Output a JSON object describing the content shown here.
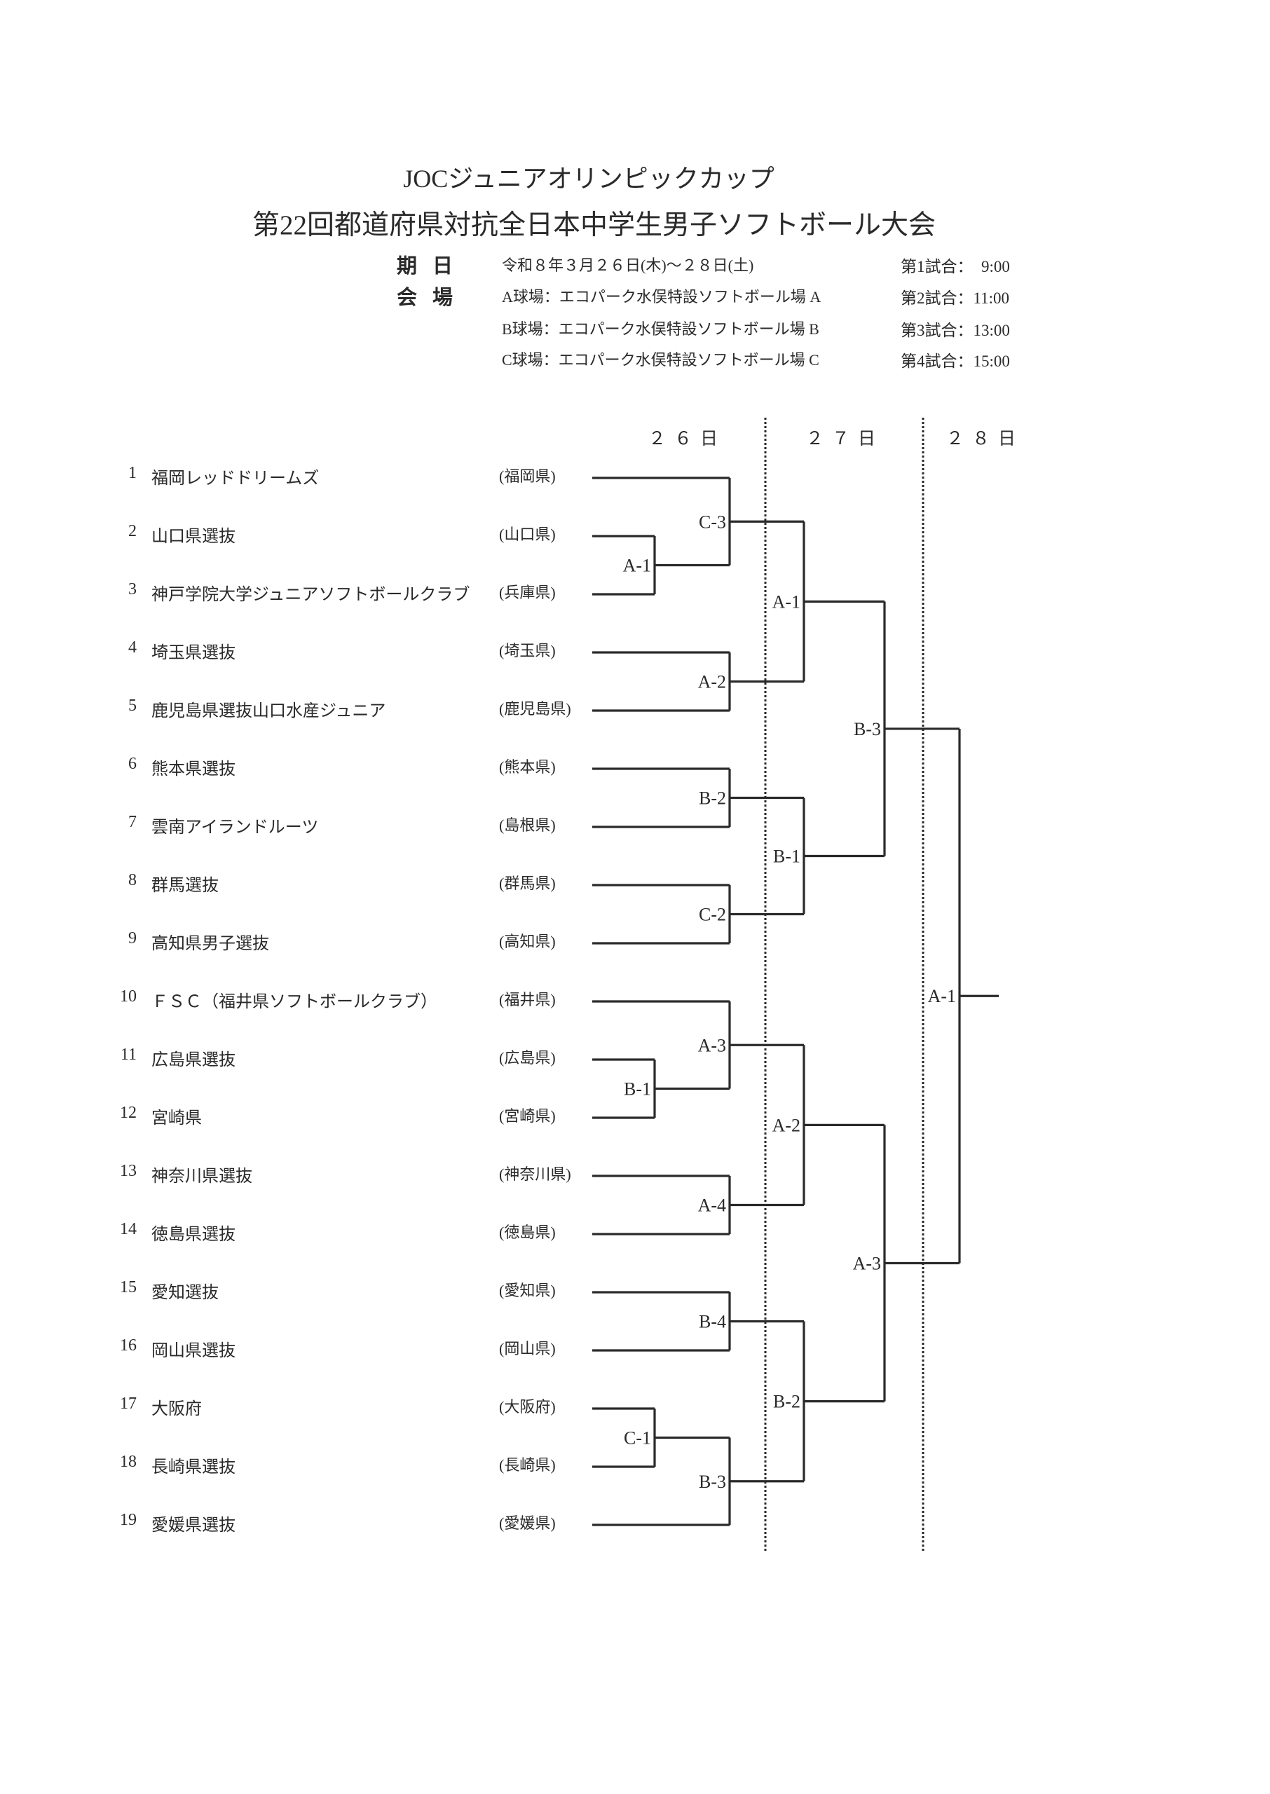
{
  "header": {
    "title_line1": "JOCジュニアオリンピックカップ",
    "title_line2": "第22回都道府県対抗全日本中学生男子ソフトボール大会",
    "date_label": "期日",
    "date_value": "令和８年３月２６日(木)～２８日(土)",
    "venue_label": "会場",
    "venues": [
      "A球場：エコパーク水俣特設ソフトボール場 A",
      "B球場：エコパーク水俣特設ソフトボール場 B",
      "C球場：エコパーク水俣特設ソフトボール場 C"
    ],
    "times": [
      "第1試合：  9:00",
      "第2試合：11:00",
      "第3試合：13:00",
      "第4試合：15:00"
    ]
  },
  "bracket": {
    "days": [
      "２６日",
      "２７日",
      "２８日"
    ],
    "matches": {
      "r1_a1": "A-1",
      "r1_c3": "C-3",
      "r1_a2": "A-2",
      "r1_b2": "B-2",
      "r1_c2": "C-2",
      "r1_b1": "B-1",
      "r1_a3": "A-3",
      "r1_a4": "A-4",
      "r1_b4": "B-4",
      "r1_c1": "C-1",
      "r1_b3": "B-3",
      "r2_a1": "A-1",
      "r2_b1": "B-1",
      "r2_a2": "A-2",
      "r2_b2": "B-2",
      "r3_b3": "B-3",
      "r3_a3": "A-3",
      "final_a1": "A-1"
    }
  },
  "teams": [
    {
      "no": "1",
      "name": "福岡レッドドリームズ",
      "pref": "(福岡県)"
    },
    {
      "no": "2",
      "name": "山口県選抜",
      "pref": "(山口県)"
    },
    {
      "no": "3",
      "name": "神戸学院大学ジュニアソフトボールクラブ",
      "pref": "(兵庫県)"
    },
    {
      "no": "4",
      "name": "埼玉県選抜",
      "pref": "(埼玉県)"
    },
    {
      "no": "5",
      "name": "鹿児島県選抜山口水産ジュニア",
      "pref": "(鹿児島県)"
    },
    {
      "no": "6",
      "name": "熊本県選抜",
      "pref": "(熊本県)"
    },
    {
      "no": "7",
      "name": "雲南アイランドルーツ",
      "pref": "(島根県)"
    },
    {
      "no": "8",
      "name": "群馬選抜",
      "pref": "(群馬県)"
    },
    {
      "no": "9",
      "name": "高知県男子選抜",
      "pref": "(高知県)"
    },
    {
      "no": "10",
      "name": "ＦＳＣ（福井県ソフトボールクラブ）",
      "pref": "(福井県)"
    },
    {
      "no": "11",
      "name": "広島県選抜",
      "pref": "(広島県)"
    },
    {
      "no": "12",
      "name": "宮崎県",
      "pref": "(宮崎県)"
    },
    {
      "no": "13",
      "name": "神奈川県選抜",
      "pref": "(神奈川県)"
    },
    {
      "no": "14",
      "name": "徳島県選抜",
      "pref": "(徳島県)"
    },
    {
      "no": "15",
      "name": "愛知選抜",
      "pref": "(愛知県)"
    },
    {
      "no": "16",
      "name": "岡山県選抜",
      "pref": "(岡山県)"
    },
    {
      "no": "17",
      "name": "大阪府",
      "pref": "(大阪府)"
    },
    {
      "no": "18",
      "name": "長崎県選抜",
      "pref": "(長崎県)"
    },
    {
      "no": "19",
      "name": "愛媛県選抜",
      "pref": "(愛媛県)"
    }
  ]
}
